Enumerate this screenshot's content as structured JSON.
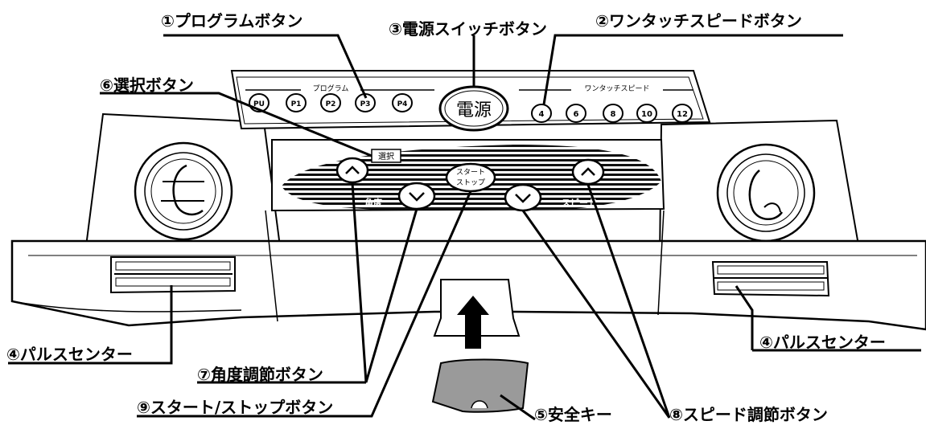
{
  "callouts": {
    "program_button": "①プログラムボタン",
    "speed_touch_button": "②ワンタッチスピードボタン",
    "power_switch_button": "③電源スイッチボタン",
    "pulse_sensor_left": "④パルスセンター",
    "pulse_sensor_right": "④パルスセンター",
    "safety_key": "⑤安全キー",
    "select_button": "⑥選択ボタン",
    "angle_adjust_button": "⑦角度調節ボタン",
    "speed_adjust_button": "⑧スピード調節ボタン",
    "start_stop_button": "⑨スタート/ストップボタン"
  },
  "console": {
    "program_group_label": "プログラム",
    "program_keys": [
      "PU",
      "P1",
      "P2",
      "P3",
      "P4"
    ],
    "power_label": "電源",
    "speed_group_label": "ワンタッチスピード",
    "speed_keys": [
      "4",
      "6",
      "8",
      "10",
      "12"
    ],
    "select_label": "選択",
    "start_stop_label_1": "スタート",
    "start_stop_label_2": "ストップ",
    "angle_label": "角度",
    "speed_label": "スピード"
  },
  "colors": {
    "ink": "#000000",
    "paper": "#ffffff",
    "safety_key_fill": "#9a9a9a"
  },
  "icons": [
    "up-arrow-icon",
    "down-arrow-icon",
    "insert-arrow-icon"
  ]
}
